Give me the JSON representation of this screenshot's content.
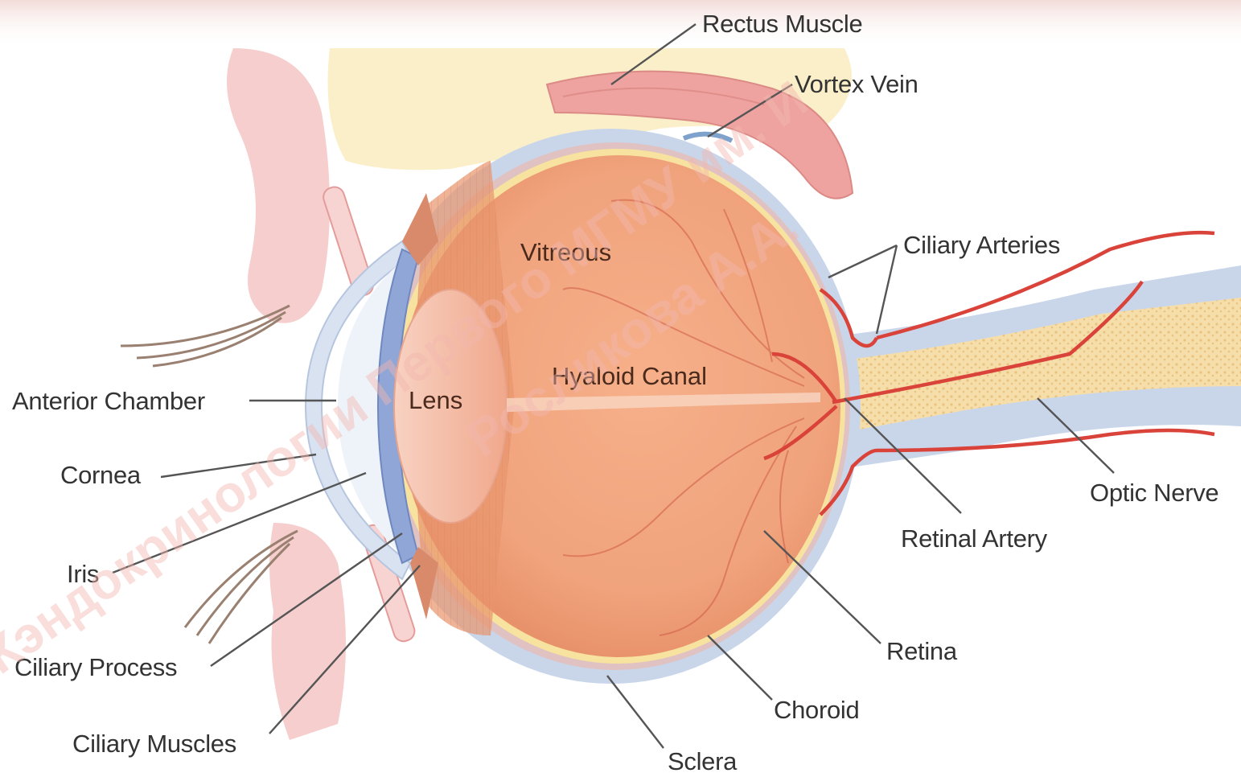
{
  "labels": {
    "rectus_muscle": "Rectus Muscle",
    "vortex_vein": "Vortex Vein",
    "ciliary_arteries": "Ciliary Arteries",
    "vitreous": "Vitreous",
    "hyaloid_canal": "Hyaloid Canal",
    "lens": "Lens",
    "anterior_chamber": "Anterior Chamber",
    "cornea": "Cornea",
    "iris": "Iris",
    "ciliary_process": "Ciliary Process",
    "ciliary_muscles": "Ciliary Muscles",
    "optic_nerve": "Optic Nerve",
    "retinal_artery": "Retinal Artery",
    "retina": "Retina",
    "choroid": "Choroid",
    "sclera": "Sclera"
  },
  "watermark": {
    "line1": "Кэндокринологии Первого МГМУ им. И",
    "line2": "Росликова А.А."
  },
  "colors": {
    "vitreous": "#f0a47d",
    "sclera": "#c9d6ea",
    "retina_line": "#f7e2a0",
    "vessels": "#d9433a",
    "muscle": "#eea3a0",
    "fat": "#fbefc9",
    "optic_nerve_core": "#f6deaa"
  }
}
